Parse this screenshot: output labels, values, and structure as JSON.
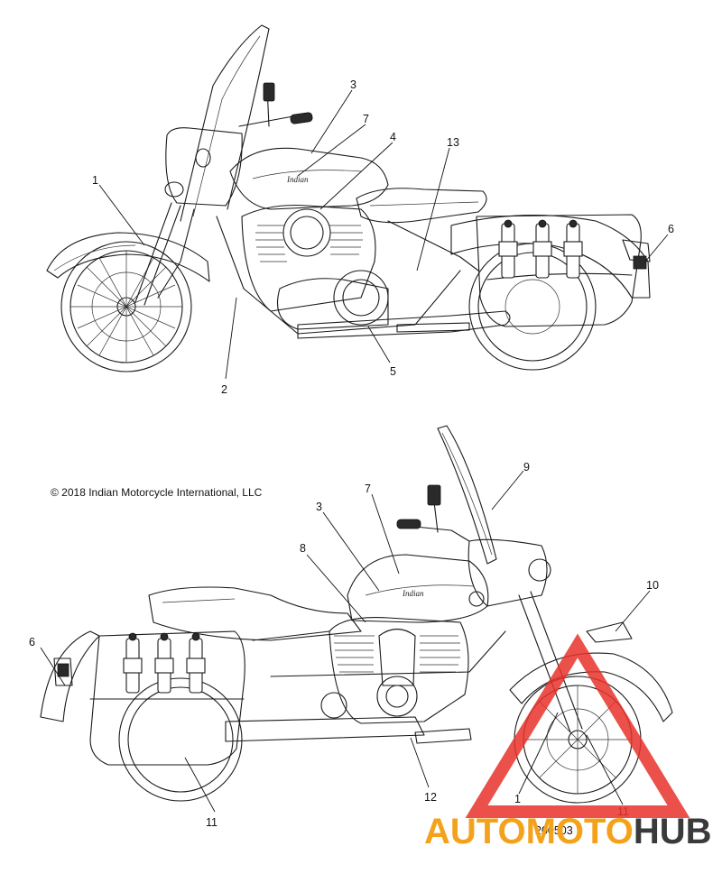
{
  "copyright": "© 2018 Indian Motorcycle International, LLC",
  "figure_id": "200503",
  "watermark": {
    "part1": "AUTO",
    "part2": "MOTO",
    "part3": "HUB",
    "color1": "#f4a21b",
    "color2": "#f4a21b",
    "color3": "#3a3a3a",
    "triangle_color": "#e8322a"
  },
  "callouts_top": [
    "1",
    "2",
    "3",
    "4",
    "5",
    "6",
    "7",
    "13"
  ],
  "callouts_bottom": [
    "1",
    "3",
    "6",
    "7",
    "8",
    "9",
    "10",
    "11",
    "11",
    "12"
  ]
}
